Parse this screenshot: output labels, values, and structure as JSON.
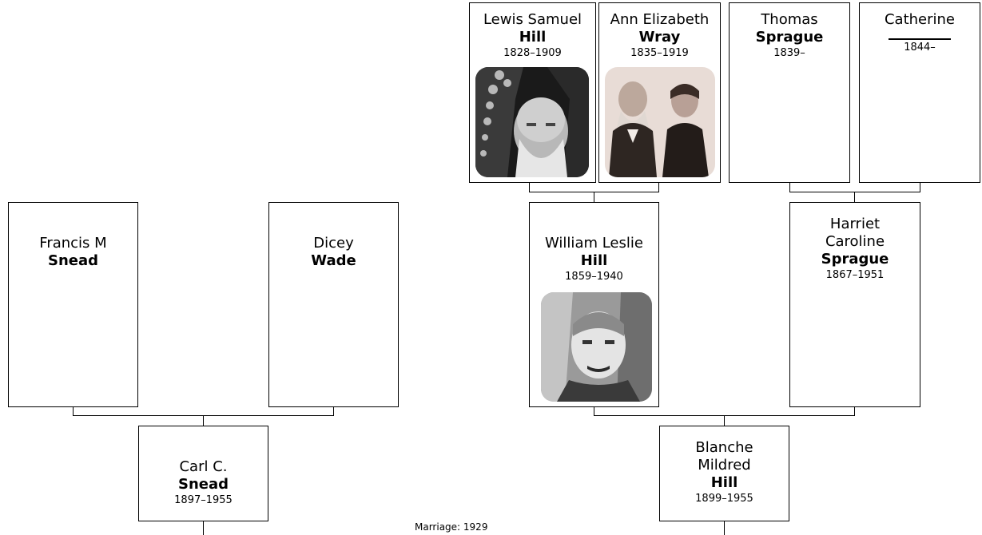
{
  "people": {
    "francis": {
      "first": "Francis M",
      "last": "Snead",
      "dates": ""
    },
    "dicey": {
      "first": "Dicey",
      "last": "Wade",
      "dates": ""
    },
    "carl": {
      "first": "Carl C.",
      "last": "Snead",
      "dates": "1897–1955"
    },
    "lewis": {
      "first": "Lewis Samuel",
      "last": "Hill",
      "dates": "1828–1909"
    },
    "ann": {
      "first": "Ann Elizabeth",
      "last": "Wray",
      "dates": "1835–1919"
    },
    "thomas": {
      "first": "Thomas",
      "last": "Sprague",
      "dates": "1839–"
    },
    "catherine": {
      "first": "Catherine",
      "last": "",
      "dates": "1844–"
    },
    "william": {
      "first": "William Leslie",
      "last": "Hill",
      "dates": "1859–1940"
    },
    "harriet": {
      "first": "Harriet Caroline",
      "last": "Sprague",
      "dates": "1867–1951"
    },
    "blanche": {
      "first": "Blanche Mildred",
      "last": "Hill",
      "dates": "1899–1955"
    }
  },
  "marriage": "Marriage: 1929"
}
